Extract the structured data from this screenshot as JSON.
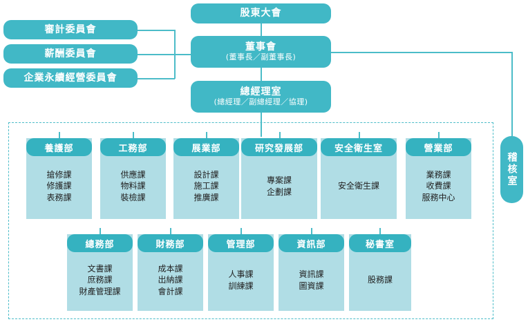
{
  "colors": {
    "pill": "#41b8c6",
    "dept_header": "#35b2c0",
    "dept_body": "#b0dde5",
    "line": "#4bbcc8",
    "text_light": "#ffffff",
    "text_dark": "#222222",
    "background": "#ffffff"
  },
  "top": {
    "shareholders": {
      "title": "股東大會"
    },
    "board": {
      "title": "董事會",
      "subtitle": "(董事長／副董事長)"
    },
    "president_office": {
      "title": "總經理室",
      "subtitle": "(總經理／副總經理／協理)"
    }
  },
  "committees": [
    {
      "label": "審計委員會"
    },
    {
      "label": "薪酬委員會"
    },
    {
      "label": "企業永續經營委員會"
    }
  ],
  "audit": {
    "label": "稽核室"
  },
  "departments_row1": [
    {
      "name": "養護部",
      "sections": [
        "搶修課",
        "修護課",
        "表務課"
      ]
    },
    {
      "name": "工務部",
      "sections": [
        "供應課",
        "物料課",
        "裝檢課"
      ]
    },
    {
      "name": "展業部",
      "sections": [
        "設計課",
        "施工課",
        "推廣課"
      ]
    },
    {
      "name": "研究發展部",
      "sections": [
        "專案課",
        "企劃課"
      ]
    },
    {
      "name": "安全衛生室",
      "sections": [
        "安全衛生課"
      ]
    },
    {
      "name": "營業部",
      "sections": [
        "業務課",
        "收費課",
        "服務中心"
      ]
    }
  ],
  "departments_row2": [
    {
      "name": "總務部",
      "sections": [
        "文書課",
        "庶務課",
        "財產管理課"
      ]
    },
    {
      "name": "財務部",
      "sections": [
        "成本課",
        "出納課",
        "會計課"
      ]
    },
    {
      "name": "管理部",
      "sections": [
        "人事課",
        "訓練課"
      ]
    },
    {
      "name": "資訊部",
      "sections": [
        "資訊課",
        "圖資課"
      ]
    },
    {
      "name": "秘書室",
      "sections": [
        "股務課"
      ]
    }
  ]
}
